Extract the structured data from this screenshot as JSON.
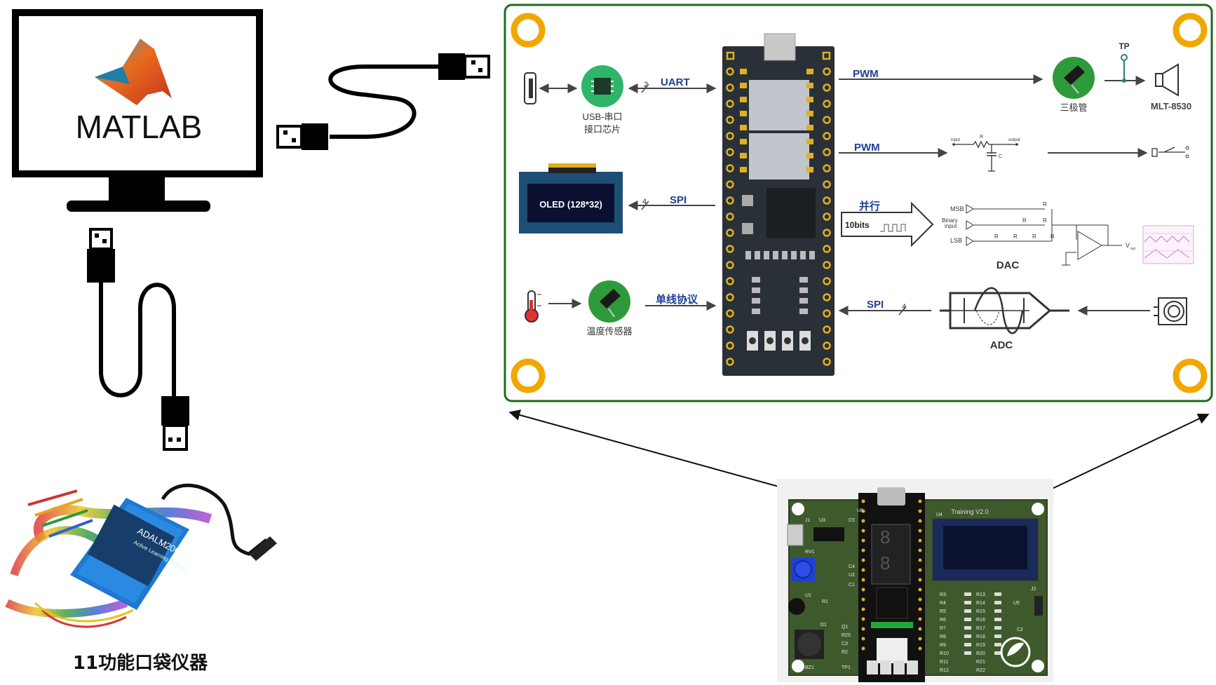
{
  "computer": {
    "screen_brand": "MATLAB"
  },
  "instrument": {
    "label": "11功能口袋仪器",
    "device_text": "ADALM2000",
    "device_subtext": "Active Learning Module"
  },
  "board_diagram": {
    "uart": {
      "label": "UART",
      "bus_width": "2"
    },
    "usb_serial": {
      "label_line1": "USB-串口",
      "label_line2": "接口芯片"
    },
    "oled": {
      "label": "OLED (128*32)",
      "bus_label": "SPI",
      "bus_width": "4"
    },
    "temp_sensor": {
      "label": "温度传感器",
      "bus_label": "单线协议"
    },
    "pwm_top": {
      "label": "PWM"
    },
    "transistor": {
      "label": "三极管"
    },
    "testpoint": {
      "label": "TP"
    },
    "speaker": {
      "label": "MLT-8530"
    },
    "pwm_filter": {
      "label": "PWM",
      "r_label": "R",
      "c_label": "C",
      "input_label": "input",
      "output_label": "output"
    },
    "parallel": {
      "label": "并行",
      "bits_label": "10bits"
    },
    "dac": {
      "label": "DAC",
      "msb": "MSB",
      "lsb": "LSB",
      "binary_input_1": "Binary",
      "binary_input_2": "input",
      "r": "R",
      "vout": "V",
      "vout_sub": "out"
    },
    "adc": {
      "label": "ADC",
      "bus_label": "SPI",
      "bus_width": "4"
    }
  },
  "pcb": {
    "title": "Training  V2.0",
    "refs": [
      "J1",
      "U3",
      "C5",
      "U6",
      "U4",
      "RV1",
      "C4",
      "U2",
      "C1",
      "U1",
      "R1",
      "D1",
      "Q1",
      "R25",
      "C3",
      "R2",
      "BZ1",
      "TP1",
      "J2",
      "U5",
      "C2"
    ],
    "left_resistors": [
      "R3",
      "R4",
      "R5",
      "R6",
      "R7",
      "R8",
      "R9",
      "R10",
      "R11",
      "R12"
    ],
    "right_resistors": [
      "R13",
      "R14",
      "R15",
      "R16",
      "R17",
      "R18",
      "R19",
      "R20",
      "R21",
      "R22"
    ]
  },
  "colors": {
    "panel_border": "#1d6b1f",
    "mount_hole": "#f0a800",
    "label_blue": "#1f3f8f",
    "teensy_body": "#2a3038",
    "sensor_green": "#2e9a3c",
    "oled_blue": "#1d4e74",
    "pcb_green": "#3e5a2c"
  }
}
